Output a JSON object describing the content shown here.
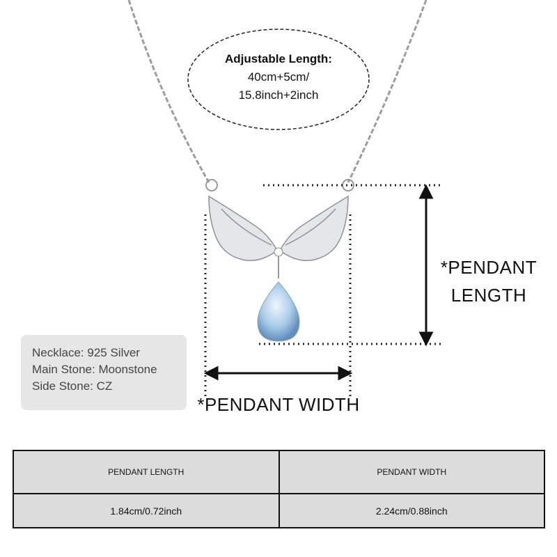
{
  "length_note": {
    "title": "Adjustable Length:",
    "line1": "40cm+5cm/",
    "line2": "15.8inch+2inch"
  },
  "specs": [
    "Necklace: 925 Silver",
    "Main Stone: Moonstone",
    "Side Stone: CZ"
  ],
  "dimension_labels": {
    "length_line1": "*PENDANT",
    "length_line2": "LENGTH",
    "width": "*PENDANT WIDTH"
  },
  "table": {
    "headers": [
      "PENDANT LENGTH",
      "PENDANT WIDTH"
    ],
    "values": [
      "1.84cm/0.72inch",
      "2.24cm/0.88inch"
    ]
  },
  "colors": {
    "stone": "#a9cbe8",
    "table_bg": "#dcdcdc",
    "info_bg": "#e6e6e6"
  }
}
